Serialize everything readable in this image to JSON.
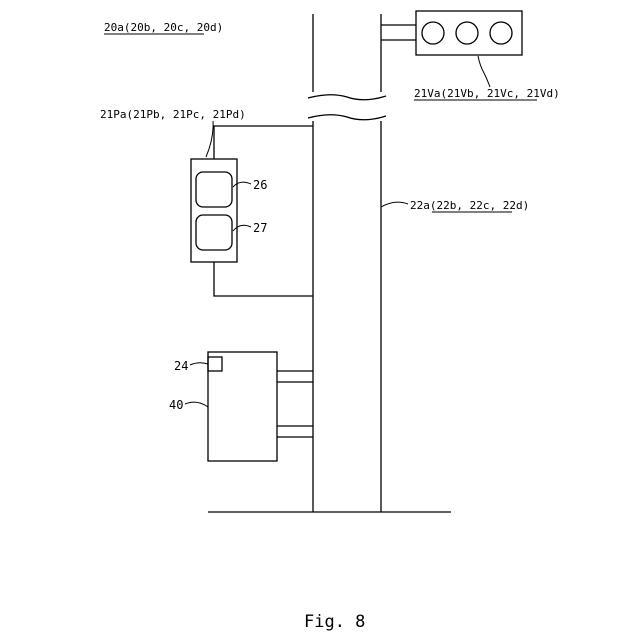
{
  "figure": {
    "system_label": "20a(20b, 20c, 20d)",
    "vehicle_signal_label": "21Va(21Vb, 21Vc, 21Vd)",
    "pedestrian_signal_label": "21Pa(21Pb, 21Pc, 21Pd)",
    "pole_label": "22a(22b, 22c, 22d)",
    "upper_lamp_ref": "26",
    "lower_lamp_ref": "27",
    "sensor_ref": "24",
    "controller_ref": "40",
    "caption": "Fig. 8"
  }
}
